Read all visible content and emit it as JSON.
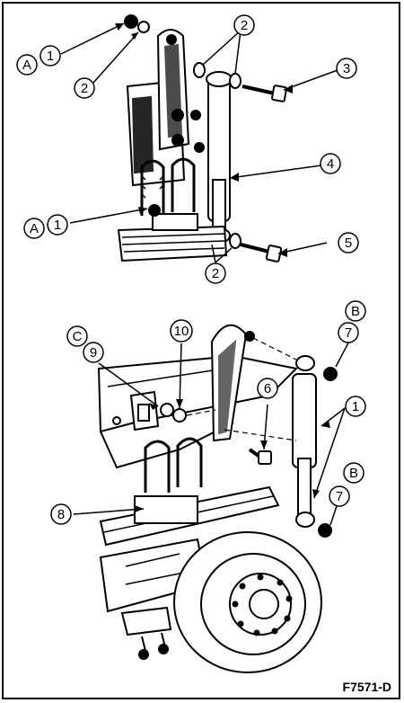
{
  "figure_id": "F7571-D",
  "callouts": {
    "c1": "1",
    "c2": "2",
    "c3": "3",
    "c4": "4",
    "c5": "5",
    "c6": "6",
    "c7": "7",
    "c8": "8",
    "c9": "9",
    "c10": "10",
    "cA": "A",
    "cB": "B",
    "cC": "C"
  }
}
